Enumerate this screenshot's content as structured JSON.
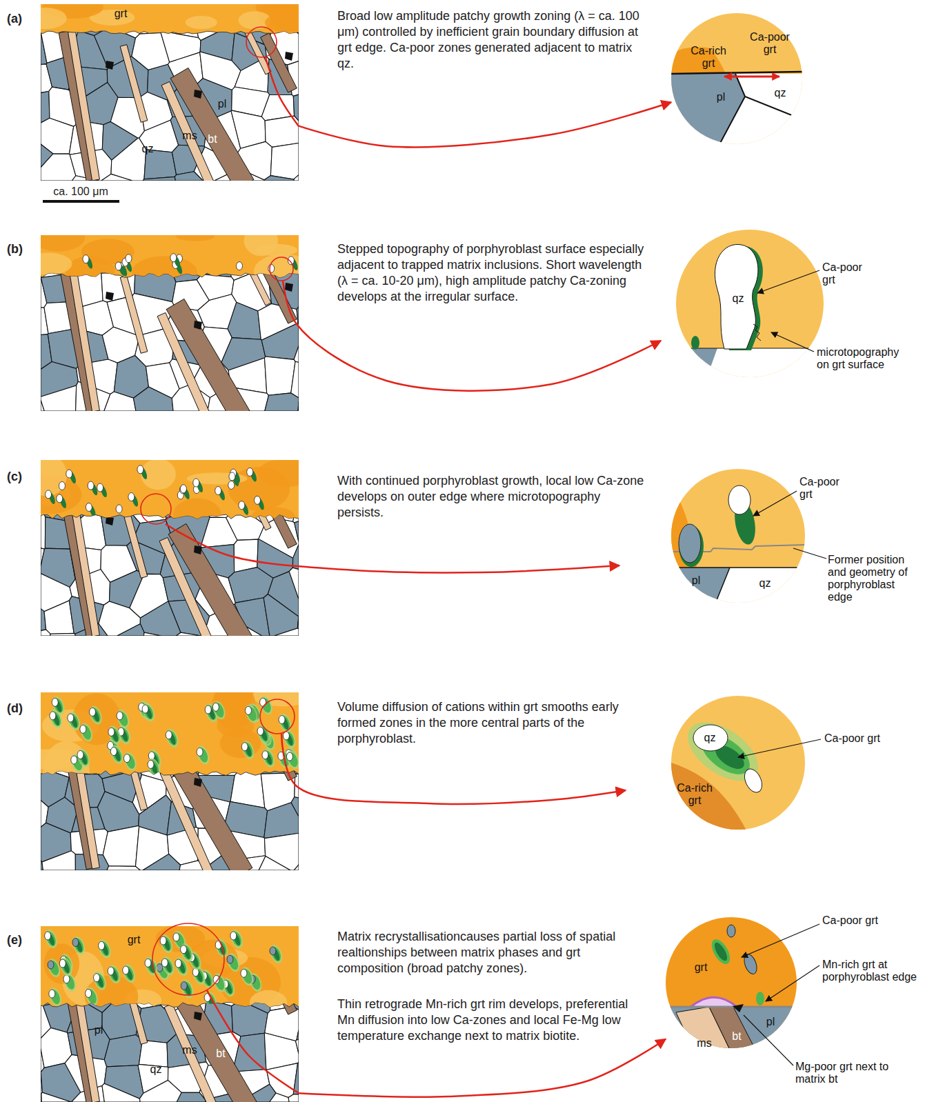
{
  "diagram": {
    "nodes": [
      {
        "text": [
          "grt",
          "pl",
          "ms",
          "bt",
          "qz"
        ]
      },
      {
        "text": [
          "Ca-poor grt",
          "Ca-rich grt",
          "qz",
          "pl"
        ]
      },
      {
        "text": [
          "Ca-poor grt",
          "qz",
          "microtopography on grt surface"
        ]
      },
      {
        "text": [
          "Ca-poor grt",
          "Former position and geometry of porphyroblast edge",
          "pl",
          "qz"
        ]
      },
      {
        "text": [
          "qz",
          "Ca-poor grt",
          "Ca-rich grt"
        ]
      },
      {
        "text": [
          "grt",
          "pl",
          "ms",
          "bt",
          "qz"
        ]
      },
      {
        "text": [
          "Ca-poor grt",
          "grt",
          "Mn-rich grt at porphyroblast edge",
          "pl",
          "bt",
          "ms",
          "Mg-poor grt next to matrix bt"
        ]
      }
    ],
    "edges": [
      {
        "from": 0,
        "to": 1,
        "arrow": "to"
      },
      {
        "from": 5,
        "to": 6,
        "arrow": "to"
      }
    ],
    "labels": [
      "(a)",
      "Broad low amplitude patchy growth zoning (λ = ca. 100 μm) controlled by inefficient grain boundary diffusion at grt edge. Ca-poor zones generated adjacent to matrix qz.",
      "ca. 100 μm",
      "(b)",
      "Stepped topography of porphyroblast surface especially adjacent to trapped matrix inclusions. Short wavelength (λ = ca. 10-20 μm), high amplitude patchy Ca-zoning develops at the irregular surface.",
      "(c)",
      "With continued porphyroblast growth, local low Ca-zone develops on outer edge where microtopography persists.",
      "(d)",
      "Volume diffusion of cations within grt smooths early formed zones in the more central parts of the porphyroblast.",
      "(e)",
      "Matrix recrystallisationcauses partial loss of spatial realtionships between matrix phases and grt composition (broad patchy zones).",
      "Thin retrograde Mn-rich grt rim develops, preferential Mn diffusion into low Ca-zones and local Fe-Mg low temperature exchange next to matrix biotite."
    ]
  }
}
